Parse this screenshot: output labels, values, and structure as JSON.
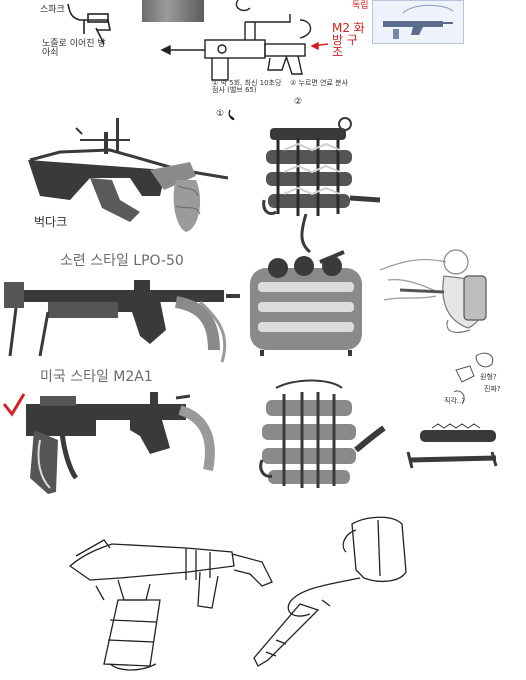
{
  "labels": {
    "top_note_left_1": "스파크",
    "top_note_left_2": "노즐로 이어진 방아쇠",
    "m2_heading": "M2 화방 구조",
    "red_note_top": "독립",
    "under_gun_1": "① 약 5회, 최신 10초당 점사 (밸브 65)",
    "under_gun_2": "② 누르면 연료 분사",
    "bullpup_label": "벅다크",
    "soviet_label": "소련 스타일 LPO-50",
    "us_label": "미국 스타일 M2A1",
    "small_notes_1": "원형?",
    "small_notes_2": "직각..?",
    "small_notes_3": "진짜?"
  },
  "colors": {
    "accent_red": "#d21f1f",
    "ink": "#222222",
    "dark_gray": "#3a3a3a",
    "mid_gray": "#8a8a8a",
    "light_gray": "#c9c9c9"
  }
}
